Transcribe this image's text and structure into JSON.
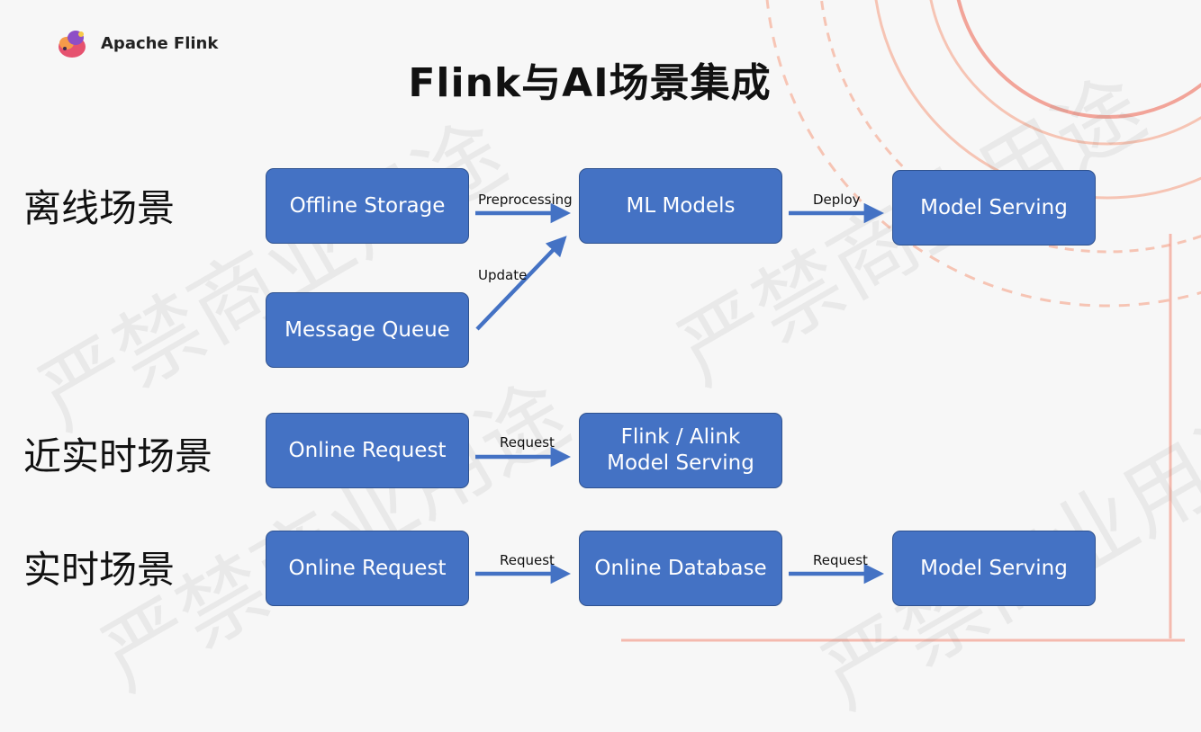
{
  "header": {
    "brand": "Apache Flink",
    "title": "Flink与AI场景集成"
  },
  "watermark": "严禁商业用途",
  "rows": {
    "offline": {
      "label": "离线场景"
    },
    "near_realtime": {
      "label": "近实时场景"
    },
    "realtime": {
      "label": "实时场景"
    }
  },
  "nodes": {
    "offline_storage": "Offline Storage",
    "ml_models": "ML Models",
    "model_serving_offline": "Model Serving",
    "message_queue": "Message Queue",
    "online_request_near": "Online Request",
    "flink_alink_serving": "Flink / Alink\nModel Serving",
    "online_request_rt": "Online Request",
    "online_database": "Online Database",
    "model_serving_rt": "Model Serving"
  },
  "edges": {
    "preprocessing": "Preprocessing",
    "deploy": "Deploy",
    "update": "Update",
    "request_near": "Request",
    "request_rt_1": "Request",
    "request_rt_2": "Request"
  },
  "colors": {
    "node_fill": "#4472c4",
    "node_border": "#2f528f",
    "arrow": "#4472c4",
    "accent_deco": "#f3a08a"
  }
}
